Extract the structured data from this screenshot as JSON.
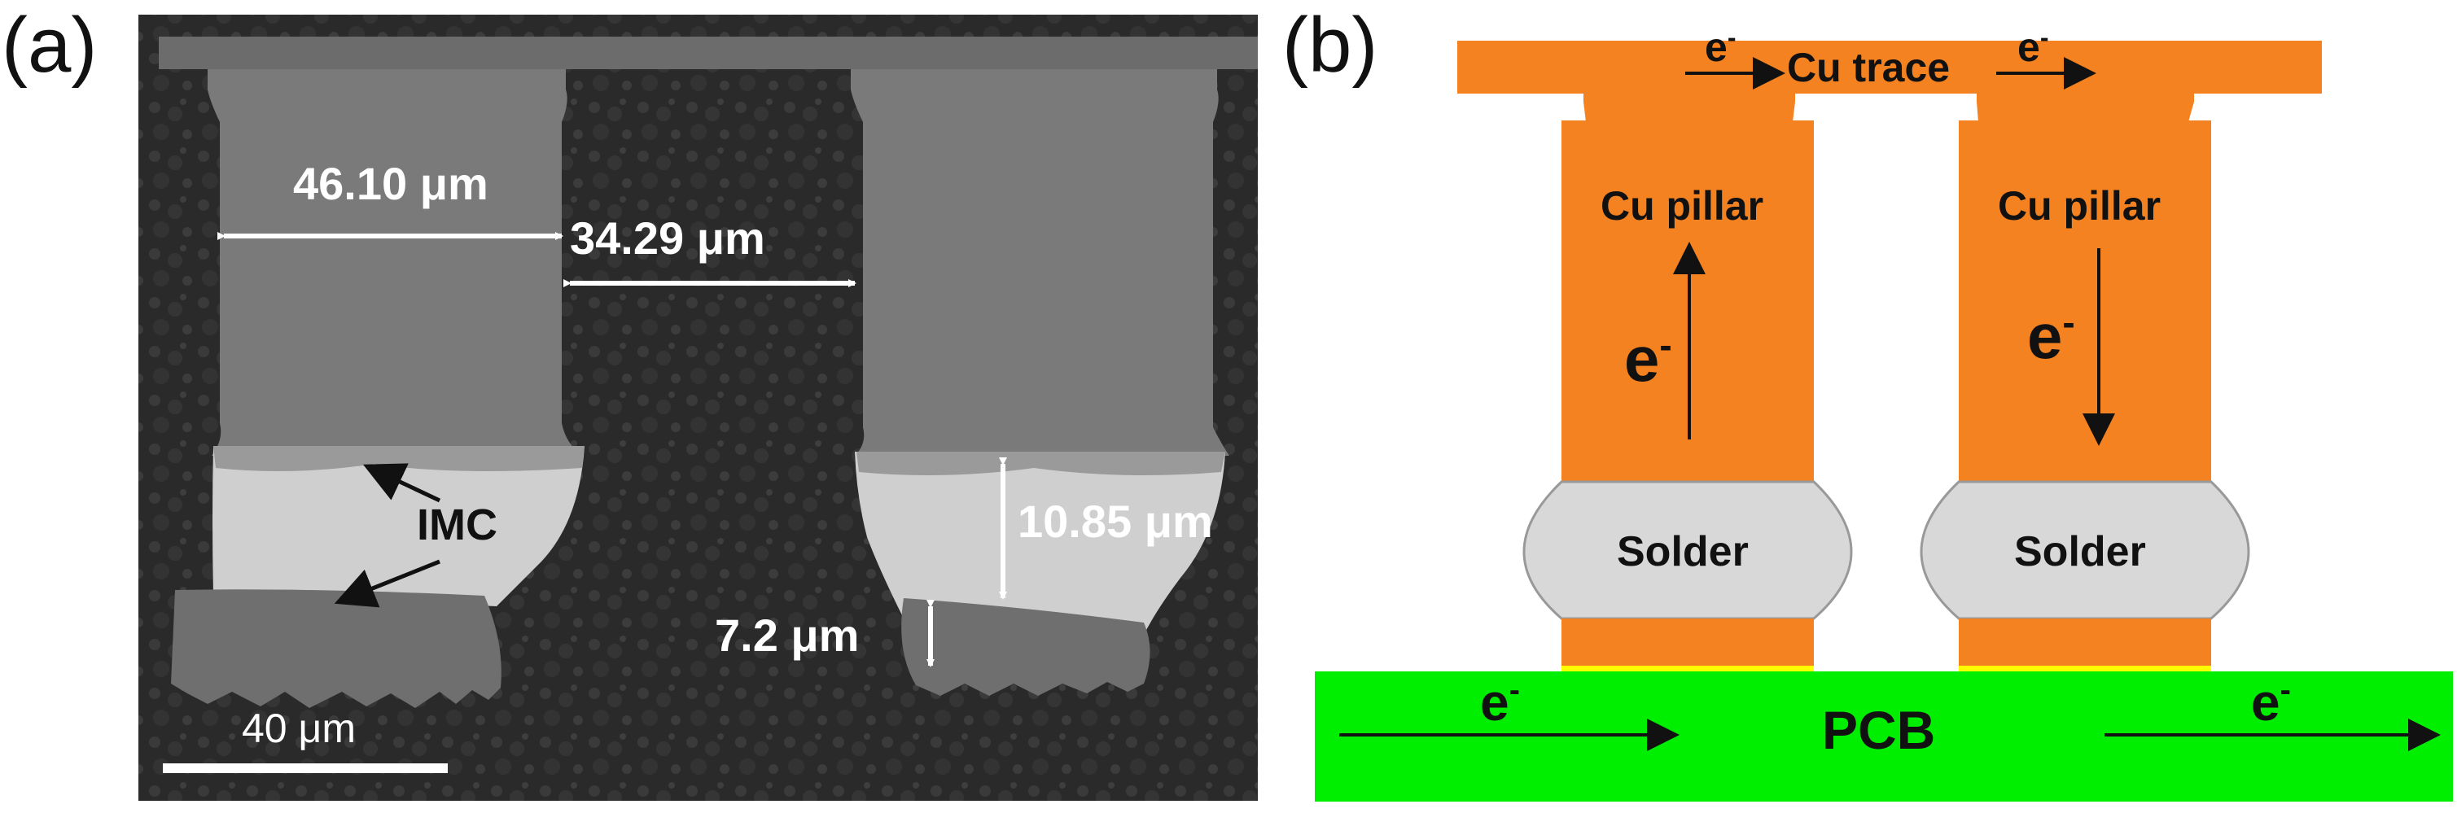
{
  "panel_a": {
    "label": "(a)",
    "dimensions": {
      "pillar_width": "46.10 μm",
      "pillar_gap": "34.29 μm",
      "solder_height": "10.85 μm",
      "cu_pad_height": "7.2 μm"
    },
    "imc_label": "IMC",
    "scale_bar": "40 μm"
  },
  "panel_b": {
    "label": "(b)",
    "electron": "e",
    "electron_sup": "-",
    "trace_label": "Cu trace",
    "pillar_label": "Cu pillar",
    "solder_label": "Solder",
    "pcb_label": "PCB",
    "colors": {
      "copper": "#f58220",
      "solder": "#d8d8d8",
      "pcb": "#00ee00",
      "imc": "#ffff00"
    }
  }
}
